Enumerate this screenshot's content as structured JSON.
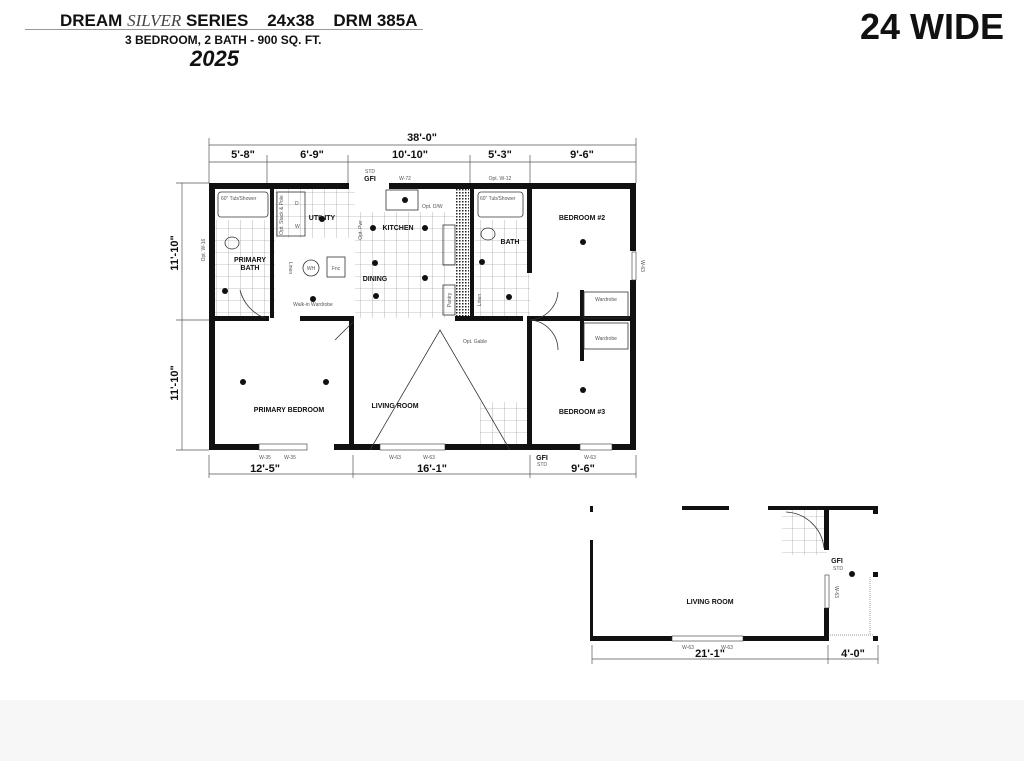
{
  "header": {
    "series_prefix": "DREAM",
    "series_italic": "SILVER",
    "series_suffix": "SERIES",
    "size": "24x38",
    "model": "DRM 385A",
    "subtitle": "3 BEDROOM, 2 BATH - 900 SQ. FT.",
    "year": "2025",
    "width_badge": "24 WIDE"
  },
  "main_plan": {
    "overall_width": "38'-0\"",
    "top_dims": [
      "5'-8\"",
      "6'-9\"",
      "10'-10\"",
      "5'-3\"",
      "9'-6\""
    ],
    "left_dims": [
      "11'-10\"",
      "11'-10\""
    ],
    "bottom_dims": [
      "12'-5\"",
      "16'-1\"",
      "9'-6\""
    ],
    "rooms": {
      "utility": "UTILITY",
      "kitchen": "KITCHEN",
      "dining": "DINING",
      "primary_bath_1": "PRIMARY",
      "primary_bath_2": "BATH",
      "bath": "BATH",
      "bedroom2": "BEDROOM #2",
      "bedroom3": "BEDROOM #3",
      "primary_bedroom": "PRIMARY BEDROOM",
      "living_room": "LIVING ROOM"
    },
    "notes": {
      "std": "STD",
      "gfi": "GFI",
      "w72": "W-72",
      "opt_w12": "Opt. W-12",
      "tub1": "60\" Tub/Shower",
      "tub2": "60\" Tub/Shower",
      "opt_dw": "Opt. D/W",
      "opt_w16": "Opt. W-16",
      "dryer": "D",
      "washer": "W",
      "opt_stack": "Opt. Stack & Pole",
      "linen_left": "Linen",
      "wh": "WH",
      "fnc": "Fnc",
      "walkin": "Walk-in Wardrobe",
      "opt_pwr": "Opt. Pwr",
      "pantry": "Pantry",
      "linen": "Linen",
      "wardrobe1": "Wardrobe",
      "wardrobe2": "Wardrobe",
      "w63_right": "W-63",
      "opt_gable": "Opt. Gable",
      "w35a": "W-35",
      "w35b": "W-35",
      "w63a": "W-63",
      "w63b": "W-63",
      "gfi_bottom": "GFI",
      "std_bottom": "STD",
      "w63c": "W-63"
    }
  },
  "alt_plan": {
    "room": "LIVING ROOM",
    "gfi": "GFI",
    "std": "STD",
    "w63_side": "W-63",
    "w63a": "W-63",
    "w63b": "W-63",
    "dims": [
      "21'-1\"",
      "4'-0\""
    ]
  }
}
